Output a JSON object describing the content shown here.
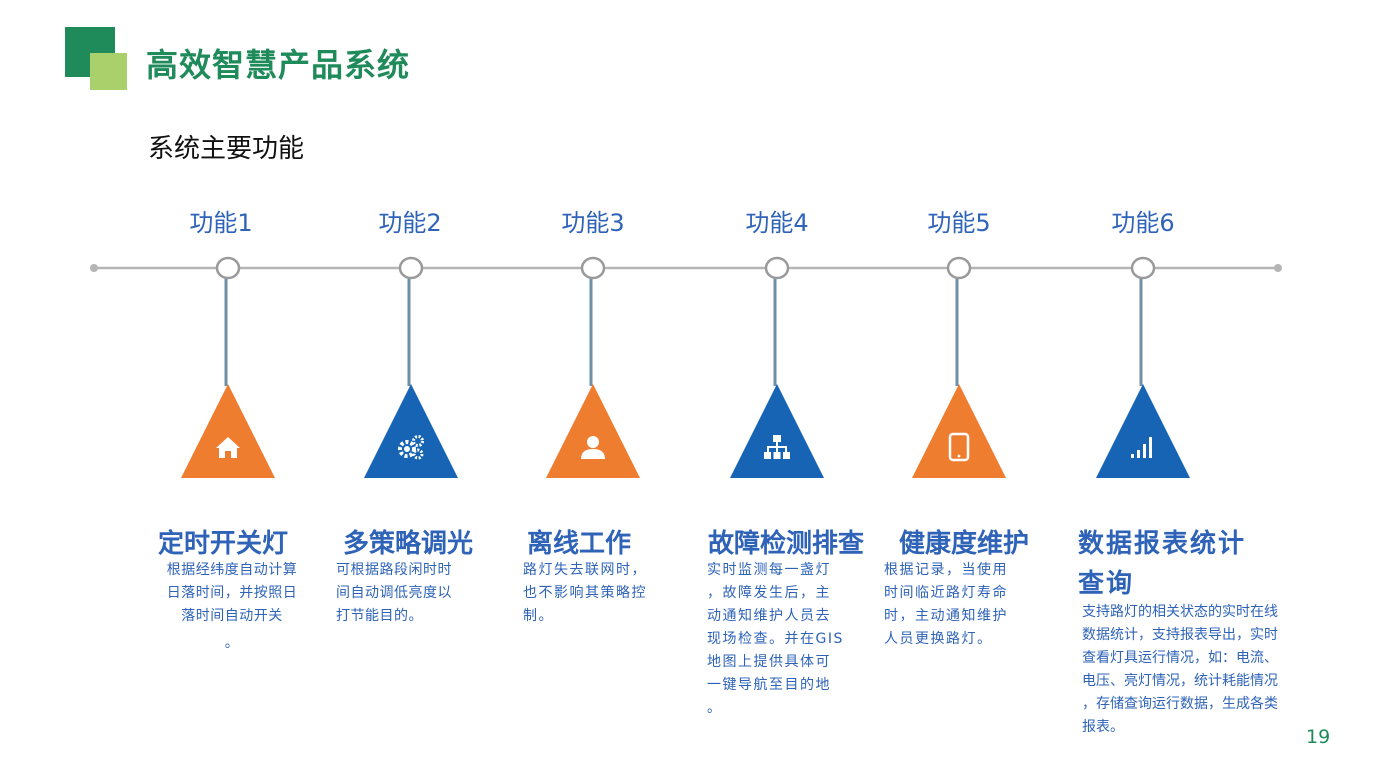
{
  "header": {
    "title": "高效智慧产品系统",
    "subtitle": "系统主要功能"
  },
  "colors": {
    "brand_green": "#1f8a5a",
    "brand_light_green": "#a9d06b",
    "text_blue": "#2e63b8",
    "triangle_orange": "#ef7d30",
    "triangle_blue": "#1764b5",
    "timeline_gray": "#b5b5b5",
    "connector_slate": "#6f8fa5"
  },
  "functions": [
    {
      "label": "功能1",
      "title": "定时开关灯",
      "icon": "home-icon",
      "color": "orange",
      "description": [
        "根据经纬度自动计算",
        "日落时间，并按照日",
        "落时间自动开关",
        "。"
      ]
    },
    {
      "label": "功能2",
      "title": "多策略调光",
      "icon": "gears-icon",
      "color": "blue",
      "description": [
        "可根据路段闲时时",
        "间自动调低亮度以",
        "打节能目的。"
      ]
    },
    {
      "label": "功能3",
      "title": "离线工作",
      "icon": "user-icon",
      "color": "orange",
      "description": [
        "路灯失去联网时，",
        "也不影响其策略控",
        "制。"
      ]
    },
    {
      "label": "功能4",
      "title": "故障检测排查",
      "icon": "sitemap-icon",
      "color": "blue",
      "description": [
        "实时监测每一盏灯",
        "，故障发生后，主",
        "动通知维护人员去",
        "现场检查。并在GIS",
        "地图上提供具体可",
        "一键导航至目的地",
        "。"
      ]
    },
    {
      "label": "功能5",
      "title": "健康度维护",
      "icon": "tablet-icon",
      "color": "orange",
      "description": [
        "根据记录，当使用",
        "时间临近路灯寿命",
        "时，主动通知维护",
        "人员更换路灯。"
      ]
    },
    {
      "label": "功能6",
      "title": [
        "数据报表统计",
        "查询"
      ],
      "icon": "signal-bars-icon",
      "color": "blue",
      "description": [
        "支持路灯的相关状态的实时在线",
        "数据统计，支持报表导出，实时",
        "查看灯具运行情况，如：电流、",
        "电压、亮灯情况，统计耗能情况",
        "，存储查询运行数据，生成各类",
        "报表。"
      ]
    }
  ],
  "page_number": "19"
}
